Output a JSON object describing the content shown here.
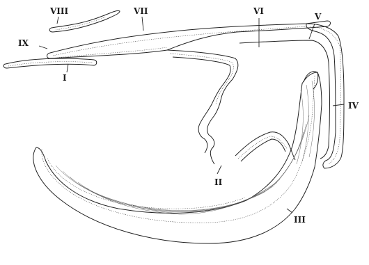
{
  "labels": {
    "l1": "I",
    "l2": "II",
    "l3": "III",
    "l4": "IV",
    "l5": "V",
    "l6": "VI",
    "l7": "VII",
    "l8": "VIII",
    "l9": "IX"
  }
}
